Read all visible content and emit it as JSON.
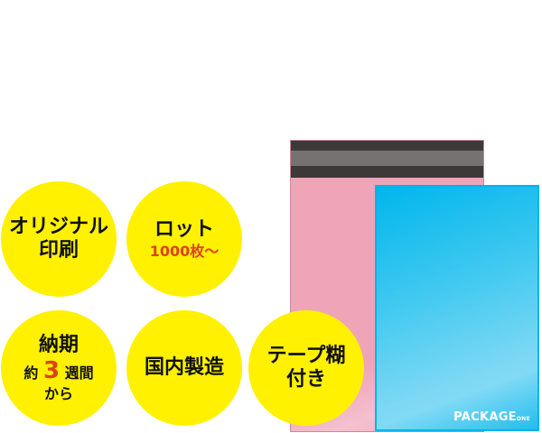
{
  "colors": {
    "badge": "#fff100",
    "accent": "#e0401a",
    "pink_bag": "#f0a4b8",
    "blue_bag": "#00b6ec",
    "tape": "#3d3939"
  },
  "products": {
    "logo_text": "PACKAGE",
    "logo_sub": "ONE"
  },
  "badges": [
    {
      "line1": "オリジナル",
      "line2": "印刷"
    },
    {
      "line1": "ロット",
      "highlight": "1000",
      "suffix": "枚〜"
    },
    {
      "line1": "納期",
      "pre": "約",
      "highlight": "3",
      "post": "週間",
      "line3": "から"
    },
    {
      "line1": "国内製造"
    },
    {
      "line1": "テープ糊",
      "line2": "付き"
    }
  ]
}
